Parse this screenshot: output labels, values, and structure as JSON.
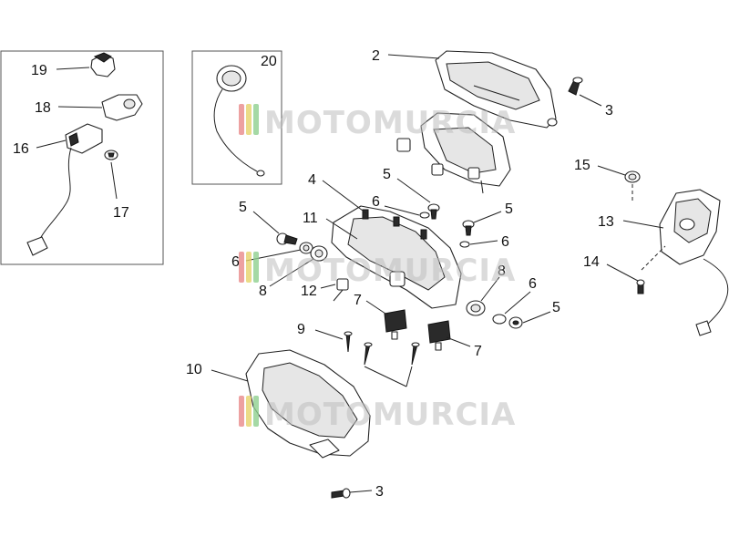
{
  "watermark": {
    "text": "MOTOMURCIA",
    "stripe_colors": [
      "#e88a8a",
      "#e6d36a",
      "#8fd08f"
    ]
  },
  "callouts": {
    "c19": "19",
    "c18": "18",
    "c16": "16",
    "c17": "17",
    "c20": "20",
    "c2": "2",
    "c3a": "3",
    "c15": "15",
    "c13": "13",
    "c14": "14",
    "c4": "4",
    "c5a": "5",
    "c6a": "6",
    "c5b": "5",
    "c5c": "5",
    "c11": "11",
    "c6b": "6",
    "c6c": "6",
    "c8a": "8",
    "c12": "12",
    "c8b": "8",
    "c6d": "6",
    "c5d": "5",
    "c7a": "7",
    "c9": "9",
    "c7b": "7",
    "c10": "10",
    "c3b": "3"
  }
}
